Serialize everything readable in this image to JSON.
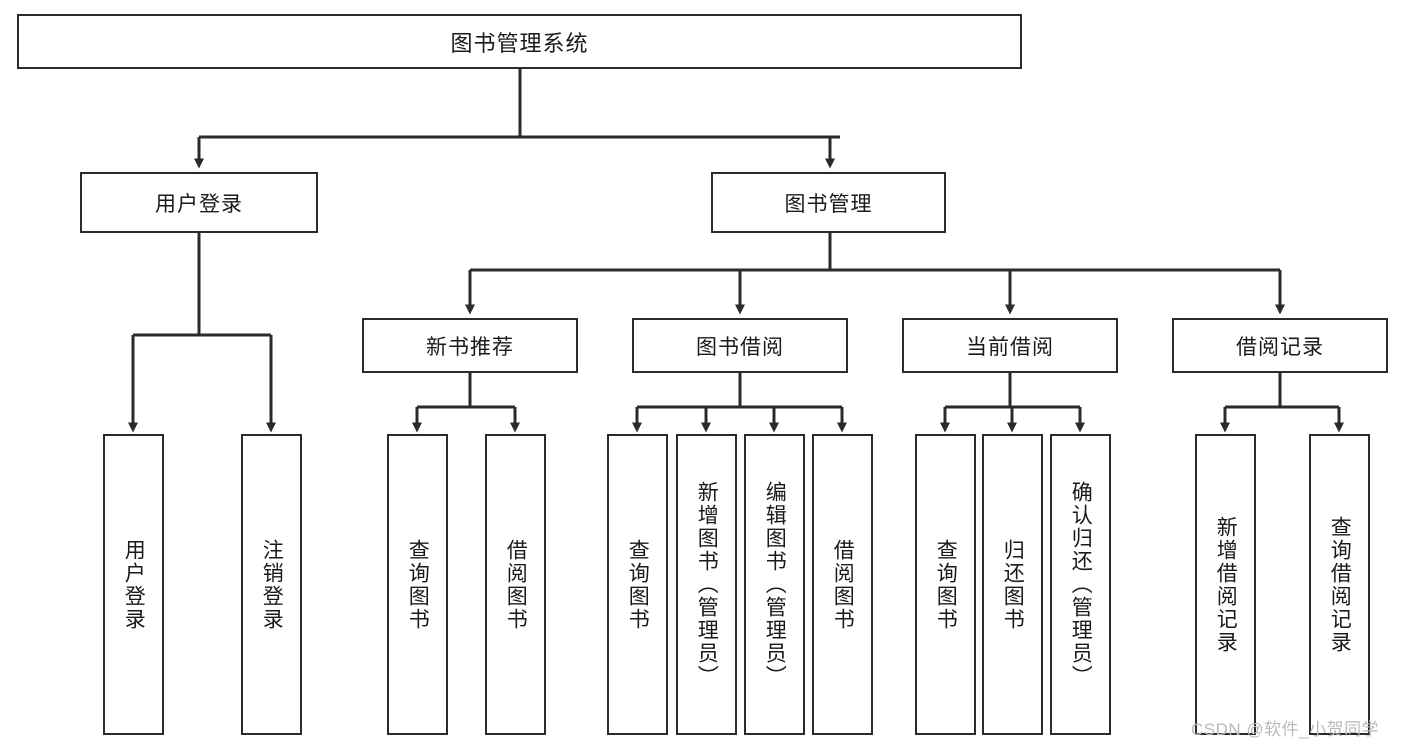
{
  "diagram": {
    "title": "图书管理系统",
    "type": "tree-hierarchy",
    "root": {
      "id": "root",
      "label": "图书管理系统"
    },
    "level1": [
      {
        "id": "user-login",
        "label": "用户登录"
      },
      {
        "id": "book-manage",
        "label": "图书管理"
      }
    ],
    "level2": [
      {
        "id": "new-book-rec",
        "label": "新书推荐",
        "parent": "book-manage"
      },
      {
        "id": "book-borrow",
        "label": "图书借阅",
        "parent": "book-manage"
      },
      {
        "id": "current-borrow",
        "label": "当前借阅",
        "parent": "book-manage"
      },
      {
        "id": "borrow-record",
        "label": "借阅记录",
        "parent": "book-manage"
      }
    ],
    "leaves": [
      {
        "id": "leaf-user-login",
        "label": "用户登录",
        "parent": "user-login"
      },
      {
        "id": "leaf-logout",
        "label": "注销登录",
        "parent": "user-login"
      },
      {
        "id": "leaf-query-book-1",
        "label": "查询图书",
        "parent": "new-book-rec"
      },
      {
        "id": "leaf-borrow-book-1",
        "label": "借阅图书",
        "parent": "new-book-rec"
      },
      {
        "id": "leaf-query-book-2",
        "label": "查询图书",
        "parent": "book-borrow"
      },
      {
        "id": "leaf-add-book",
        "label": "新增图书（管理员）",
        "parent": "book-borrow"
      },
      {
        "id": "leaf-edit-book",
        "label": "编辑图书（管理员）",
        "parent": "book-borrow"
      },
      {
        "id": "leaf-borrow-book-2",
        "label": "借阅图书",
        "parent": "book-borrow"
      },
      {
        "id": "leaf-query-book-3",
        "label": "查询图书",
        "parent": "current-borrow"
      },
      {
        "id": "leaf-return-book",
        "label": "归还图书",
        "parent": "current-borrow"
      },
      {
        "id": "leaf-confirm-return",
        "label": "确认归还（管理员）",
        "parent": "current-borrow"
      },
      {
        "id": "leaf-add-record",
        "label": "新增借阅记录",
        "parent": "borrow-record"
      },
      {
        "id": "leaf-query-record",
        "label": "查询借阅记录",
        "parent": "borrow-record"
      }
    ],
    "colors": {
      "stroke": "#2b2b2b",
      "background": "#ffffff",
      "text": "#1a1a1a",
      "watermark": "#b9b9b9"
    }
  },
  "watermark": {
    "text": "CSDN @软件_小贺同学"
  }
}
